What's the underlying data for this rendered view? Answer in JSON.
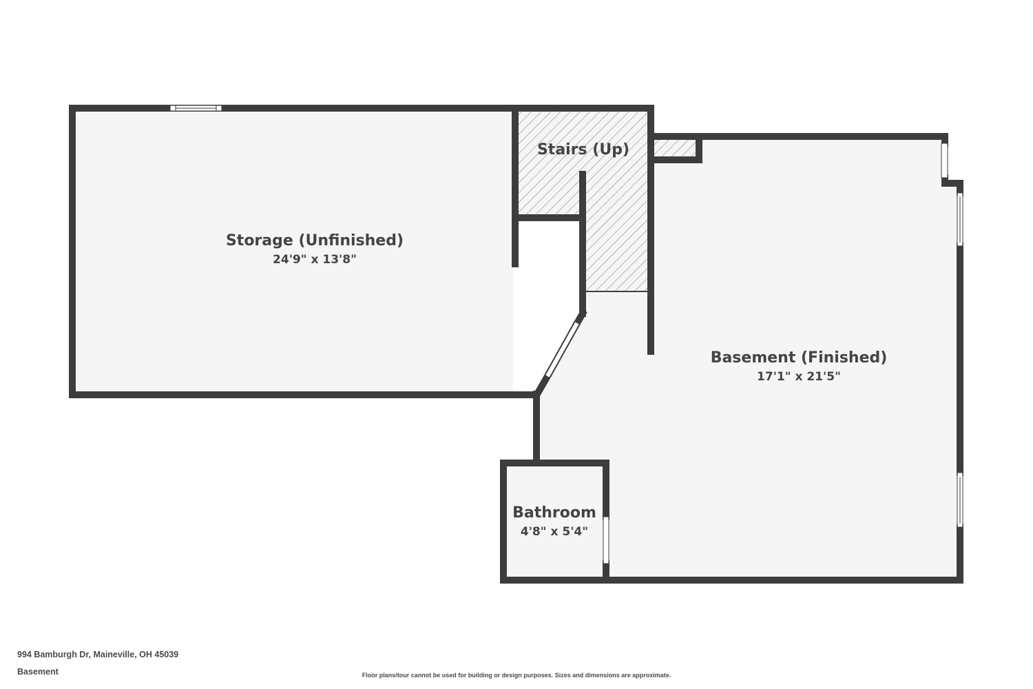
{
  "rooms": {
    "storage": {
      "name": "Storage (Unfinished)",
      "dims": "24'9\" x 13'8\""
    },
    "stairs": {
      "name": "Stairs (Up)"
    },
    "basement": {
      "name": "Basement (Finished)",
      "dims": "17'1\" x 21'5\""
    },
    "bathroom": {
      "name": "Bathroom",
      "dims": "4'8\" x 5'4\""
    }
  },
  "footer": {
    "address": "994 Bamburgh Dr, Maineville, OH 45039",
    "level": "Basement",
    "disclaimer": "Floor plans/tour cannot be used for building or design purposes. Sizes and dimensions are approximate."
  },
  "colors": {
    "wall": "#3d3d3d",
    "floor": "#f5f5f5",
    "hatch": "#8a8a8a"
  }
}
